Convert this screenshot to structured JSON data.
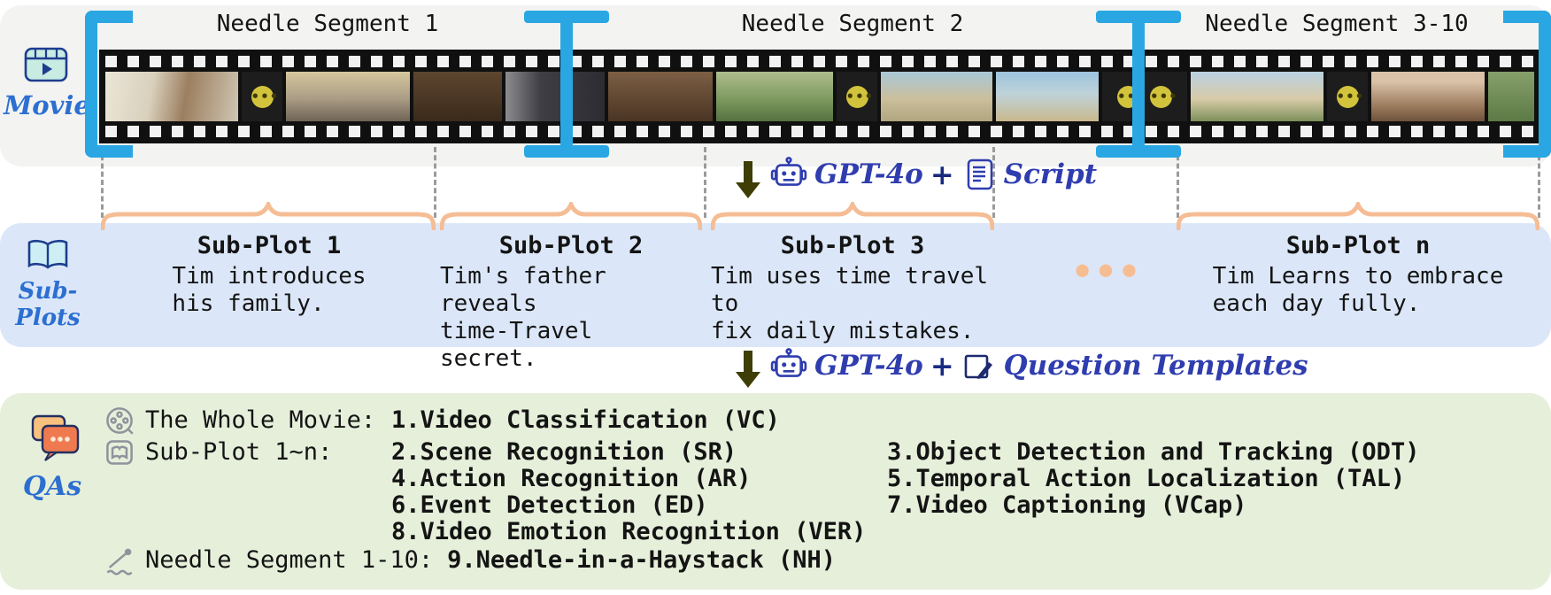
{
  "colors": {
    "bracket_blue": "#2aa7e3",
    "brace_orange": "#f5bd95",
    "arrow_olive": "#3e3d06",
    "handwriting_blue": "#2f3daf",
    "panel_label_blue": "#2c6fd1",
    "panel_movie_bg": "#f3f3f1",
    "panel_subplots_bg": "#dbe7f8",
    "panel_qas_bg": "#e6efda"
  },
  "movie": {
    "label": "Movie",
    "segments": [
      "Needle Segment 1",
      "Needle Segment 2",
      "Needle Segment 3-10"
    ]
  },
  "pipeline": {
    "step1": {
      "model": "GPT-4o",
      "plus": "+",
      "source": "Script"
    },
    "step2": {
      "model": "GPT-4o",
      "plus": "+",
      "source": "Question Templates"
    }
  },
  "subplots": {
    "label": "Sub-\nPlots",
    "ellipsis": "●●●",
    "items": [
      {
        "title": "Sub-Plot 1",
        "desc": "Tim introduces\nhis family."
      },
      {
        "title": "Sub-Plot 2",
        "desc": "Tim's father reveals\ntime-Travel secret."
      },
      {
        "title": "Sub-Plot 3",
        "desc": "Tim uses time travel to\nfix daily mistakes."
      },
      {
        "title": "Sub-Plot n",
        "desc": "Tim Learns to embrace\neach day fully."
      }
    ]
  },
  "qas": {
    "label": "QAs",
    "rows": [
      {
        "prefix": "The Whole Movie: ",
        "col1": "1.Video Classification (VC)",
        "col2": ""
      },
      {
        "prefix": "Sub-Plot 1~n: ",
        "col1": "2.Scene Recognition (SR)",
        "col2": "3.Object Detection and Tracking (ODT)"
      },
      {
        "prefix": "",
        "col1": "4.Action Recognition (AR)",
        "col2": "5.Temporal Action Localization (TAL)"
      },
      {
        "prefix": "",
        "col1": "6.Event Detection (ED)",
        "col2": "7.Video Captioning (VCap)"
      },
      {
        "prefix": "",
        "col1": "8.Video Emotion Recognition (VER)",
        "col2": ""
      },
      {
        "prefix": "Needle Segment 1-10: ",
        "col1": "9.Needle-in-a-Haystack (NH)",
        "col2": ""
      }
    ]
  }
}
